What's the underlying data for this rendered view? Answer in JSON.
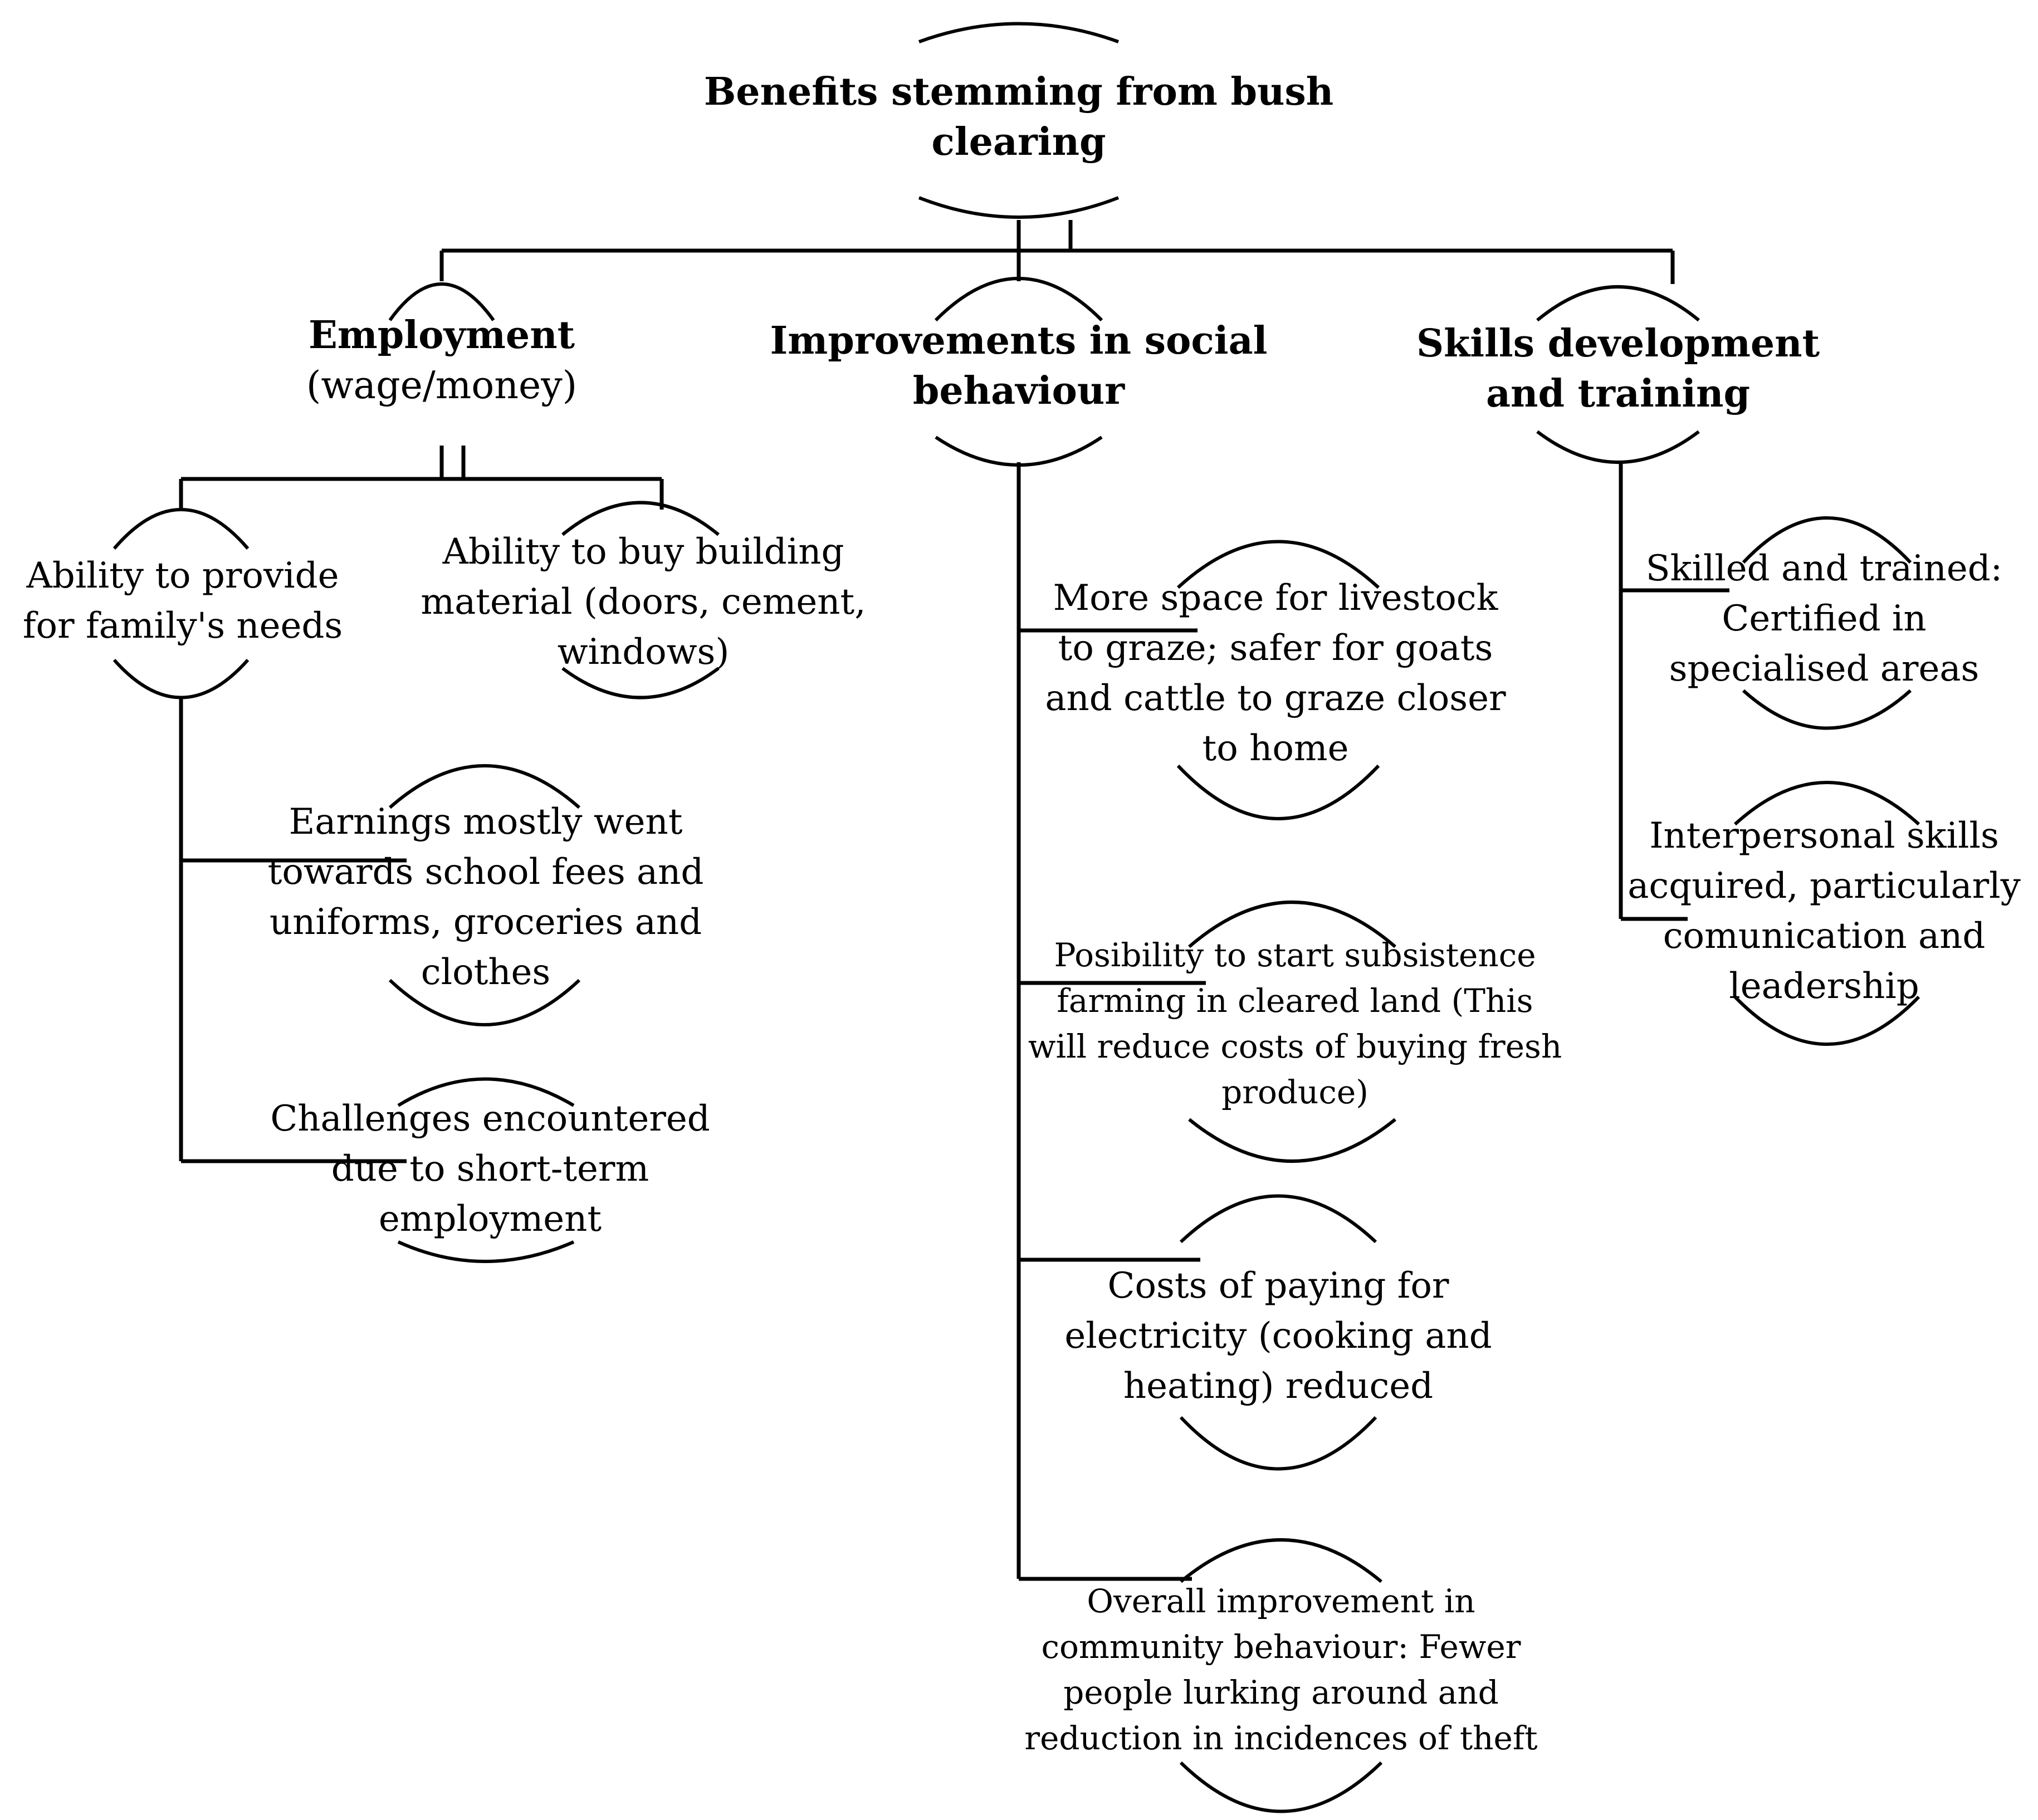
{
  "root": {
    "lines": [
      "Benefits stemming from bush",
      "clearing"
    ]
  },
  "branches": {
    "employment": {
      "title": "Employment",
      "subtitle": "(wage/money)"
    },
    "social": {
      "lines": [
        "Improvements in social",
        "behaviour"
      ]
    },
    "skills": {
      "lines": [
        "Skills development",
        "and training"
      ]
    }
  },
  "employment_children": {
    "provide": {
      "lines": [
        "Ability to provide",
        "for family's needs"
      ]
    },
    "building": {
      "lines": [
        "Ability to buy building",
        "material (doors, cement,",
        "windows)"
      ]
    },
    "earnings": {
      "lines": [
        "Earnings mostly went",
        "towards school fees and",
        "uniforms, groceries and",
        "clothes"
      ]
    },
    "challenges": {
      "lines": [
        "Challenges encountered",
        "due to short-term",
        "employment"
      ]
    }
  },
  "social_children": {
    "livestock": {
      "lines": [
        "More space for livestock",
        "to graze; safer for goats",
        "and cattle to graze closer",
        "to home"
      ]
    },
    "farming": {
      "lines": [
        "Posibility to start subsistence",
        "farming in cleared land (This",
        "will reduce costs of buying fresh",
        "produce)"
      ]
    },
    "electricity": {
      "lines": [
        "Costs of paying for",
        "electricity (cooking and",
        "heating) reduced"
      ]
    },
    "community": {
      "lines": [
        "Overall improvement in",
        "community behaviour: Fewer",
        "people lurking around and",
        "reduction in incidences of theft"
      ]
    }
  },
  "skills_children": {
    "certified": {
      "lines": [
        "Skilled and trained:",
        "Certified in",
        "specialised areas"
      ]
    },
    "interpersonal": {
      "lines": [
        "Interpersonal skills",
        "acquired, particularly",
        "comunication and",
        "leadership"
      ]
    }
  }
}
